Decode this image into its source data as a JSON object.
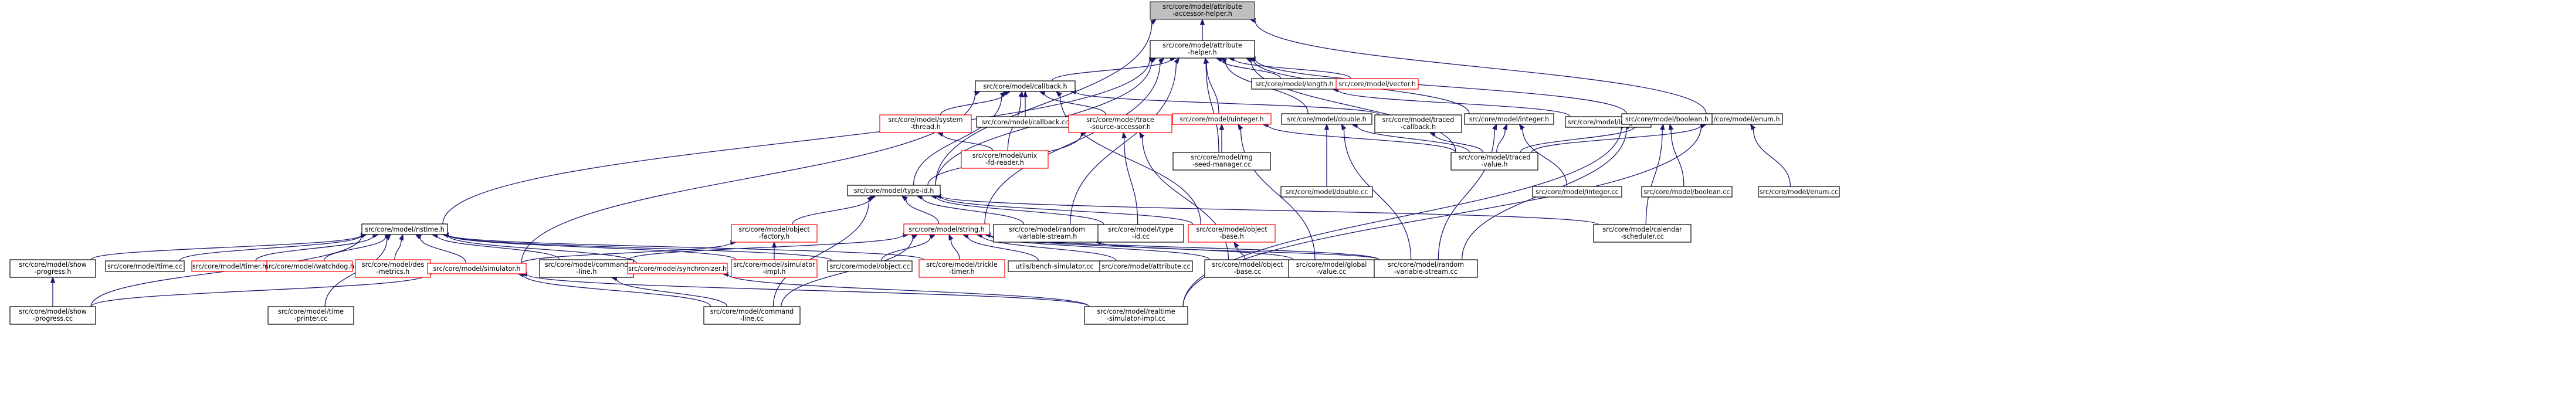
{
  "nodes": [
    {
      "id": "root",
      "lines": [
        "src/core/model/attribute",
        "-accessor-helper.h"
      ],
      "style": "root"
    },
    {
      "id": "attrhelper",
      "lines": [
        "src/core/model/attribute",
        "-helper.h"
      ],
      "style": "normal"
    },
    {
      "id": "callback_h",
      "lines": [
        "src/core/model/callback.h"
      ],
      "style": "normal"
    },
    {
      "id": "length_h",
      "lines": [
        "src/core/model/length.h"
      ],
      "style": "normal"
    },
    {
      "id": "vector_h",
      "lines": [
        "src/core/model/vector.h"
      ],
      "style": "truncated"
    },
    {
      "id": "enum_h",
      "lines": [
        "src/core/model/enum.h"
      ],
      "style": "normal"
    },
    {
      "id": "system_thread",
      "lines": [
        "src/core/model/system",
        "-thread.h"
      ],
      "style": "truncated"
    },
    {
      "id": "callback_cc",
      "lines": [
        "src/core/model/callback.cc"
      ],
      "style": "normal"
    },
    {
      "id": "trace_source",
      "lines": [
        "src/core/model/trace",
        "-source-accessor.h"
      ],
      "style": "truncated"
    },
    {
      "id": "uinteger_h",
      "lines": [
        "src/core/model/uinteger.h"
      ],
      "style": "truncated"
    },
    {
      "id": "double_h",
      "lines": [
        "src/core/model/double.h"
      ],
      "style": "normal"
    },
    {
      "id": "traced_callback",
      "lines": [
        "src/core/model/traced",
        "-callback.h"
      ],
      "style": "normal"
    },
    {
      "id": "integer_h",
      "lines": [
        "src/core/model/integer.h"
      ],
      "style": "normal"
    },
    {
      "id": "length_cc",
      "lines": [
        "src/core/model/length.cc"
      ],
      "style": "normal"
    },
    {
      "id": "boolean_h",
      "lines": [
        "src/core/model/boolean.h"
      ],
      "style": "normal"
    },
    {
      "id": "unix_fd",
      "lines": [
        "src/core/model/unix",
        "-fd-reader.h"
      ],
      "style": "truncated"
    },
    {
      "id": "type_id",
      "lines": [
        "src/core/model/type-id.h"
      ],
      "style": "normal"
    },
    {
      "id": "rng_seed",
      "lines": [
        "src/core/model/rng",
        "-seed-manager.cc"
      ],
      "style": "normal"
    },
    {
      "id": "double_cc",
      "lines": [
        "src/core/model/double.cc"
      ],
      "style": "normal"
    },
    {
      "id": "traced_value",
      "lines": [
        "src/core/model/traced",
        "-value.h"
      ],
      "style": "normal"
    },
    {
      "id": "integer_cc",
      "lines": [
        "src/core/model/integer.cc"
      ],
      "style": "normal"
    },
    {
      "id": "boolean_cc",
      "lines": [
        "src/core/model/boolean.cc"
      ],
      "style": "normal"
    },
    {
      "id": "enum_cc",
      "lines": [
        "src/core/model/enum.cc"
      ],
      "style": "normal"
    },
    {
      "id": "nstime_h",
      "lines": [
        "src/core/model/nstime.h"
      ],
      "style": "normal"
    },
    {
      "id": "object_factory",
      "lines": [
        "src/core/model/object",
        "-factory.h"
      ],
      "style": "truncated"
    },
    {
      "id": "string_h",
      "lines": [
        "src/core/model/string.h"
      ],
      "style": "truncated"
    },
    {
      "id": "random_stream_h",
      "lines": [
        "src/core/model/random",
        "-variable-stream.h"
      ],
      "style": "normal"
    },
    {
      "id": "type_id_cc",
      "lines": [
        "src/core/model/type",
        "-id.cc"
      ],
      "style": "normal"
    },
    {
      "id": "object_base_h",
      "lines": [
        "src/core/model/object",
        "-base.h"
      ],
      "style": "truncated"
    },
    {
      "id": "calendar_sched",
      "lines": [
        "src/core/model/calendar",
        "-scheduler.cc"
      ],
      "style": "normal"
    },
    {
      "id": "show_progress_h",
      "lines": [
        "src/core/model/show",
        "-progress.h"
      ],
      "style": "normal"
    },
    {
      "id": "time_cc",
      "lines": [
        "src/core/model/time.cc"
      ],
      "style": "normal"
    },
    {
      "id": "timer_h",
      "lines": [
        "src/core/model/timer.h"
      ],
      "style": "truncated"
    },
    {
      "id": "watchdog_h",
      "lines": [
        "src/core/model/watchdog.h"
      ],
      "style": "truncated"
    },
    {
      "id": "des_metrics",
      "lines": [
        "src/core/model/des",
        "-metrics.h"
      ],
      "style": "truncated"
    },
    {
      "id": "simulator_h",
      "lines": [
        "src/core/model/simulator.h"
      ],
      "style": "truncated"
    },
    {
      "id": "command_line_h",
      "lines": [
        "src/core/model/command",
        "-line.h"
      ],
      "style": "normal"
    },
    {
      "id": "synchronizer_h",
      "lines": [
        "src/core/model/synchronizer.h"
      ],
      "style": "truncated"
    },
    {
      "id": "simulator_impl",
      "lines": [
        "src/core/model/simulator",
        "-impl.h"
      ],
      "style": "truncated"
    },
    {
      "id": "object_cc",
      "lines": [
        "src/core/model/object.cc"
      ],
      "style": "normal"
    },
    {
      "id": "trickle_timer",
      "lines": [
        "src/core/model/trickle",
        "-timer.h"
      ],
      "style": "truncated"
    },
    {
      "id": "bench_sim",
      "lines": [
        "utils/bench-simulator.cc"
      ],
      "style": "normal"
    },
    {
      "id": "attribute_cc",
      "lines": [
        "src/core/model/attribute.cc"
      ],
      "style": "normal"
    },
    {
      "id": "object_base_cc",
      "lines": [
        "src/core/model/object",
        "-base.cc"
      ],
      "style": "normal"
    },
    {
      "id": "global_value_cc",
      "lines": [
        "src/core/model/global",
        "-value.cc"
      ],
      "style": "normal"
    },
    {
      "id": "random_stream_cc",
      "lines": [
        "src/core/model/random",
        "-variable-stream.cc"
      ],
      "style": "normal"
    },
    {
      "id": "show_progress_cc",
      "lines": [
        "src/core/model/show",
        "-progress.cc"
      ],
      "style": "normal"
    },
    {
      "id": "time_printer",
      "lines": [
        "src/core/model/time",
        "-printer.cc"
      ],
      "style": "normal"
    },
    {
      "id": "command_line_cc",
      "lines": [
        "src/core/model/command",
        "-line.cc"
      ],
      "style": "normal"
    },
    {
      "id": "realtime_impl",
      "lines": [
        "src/core/model/realtime",
        "-simulator-impl.cc"
      ],
      "style": "normal"
    }
  ],
  "edges": [
    [
      "attrhelper",
      "root"
    ],
    [
      "type_id",
      "root"
    ],
    [
      "enum_h",
      "root"
    ],
    [
      "callback_h",
      "attrhelper"
    ],
    [
      "length_h",
      "attrhelper"
    ],
    [
      "vector_h",
      "attrhelper"
    ],
    [
      "uinteger_h",
      "attrhelper"
    ],
    [
      "double_h",
      "attrhelper"
    ],
    [
      "integer_h",
      "attrhelper"
    ],
    [
      "boolean_h",
      "attrhelper"
    ],
    [
      "type_id",
      "attrhelper"
    ],
    [
      "nstime_h",
      "attrhelper"
    ],
    [
      "rng_seed",
      "attrhelper"
    ],
    [
      "string_h",
      "attrhelper"
    ],
    [
      "random_stream_h",
      "attrhelper"
    ],
    [
      "traced_value",
      "attrhelper"
    ],
    [
      "system_thread",
      "callback_h"
    ],
    [
      "callback_cc",
      "callback_h"
    ],
    [
      "trace_source",
      "callback_h"
    ],
    [
      "traced_callback",
      "callback_h"
    ],
    [
      "type_id",
      "callback_h"
    ],
    [
      "unix_fd",
      "callback_h"
    ],
    [
      "object_base_h",
      "callback_h"
    ],
    [
      "simulator_h",
      "callback_h"
    ],
    [
      "length_cc",
      "length_h"
    ],
    [
      "traced_value",
      "enum_h"
    ],
    [
      "enum_cc",
      "enum_h"
    ],
    [
      "realtime_impl",
      "enum_h"
    ],
    [
      "unix_fd",
      "system_thread"
    ],
    [
      "type_id",
      "trace_source"
    ],
    [
      "type_id_cc",
      "trace_source"
    ],
    [
      "object_base_cc",
      "trace_source"
    ],
    [
      "rng_seed",
      "uinteger_h"
    ],
    [
      "traced_value",
      "uinteger_h"
    ],
    [
      "global_value_cc",
      "uinteger_h"
    ],
    [
      "double_cc",
      "double_h"
    ],
    [
      "traced_value",
      "double_h"
    ],
    [
      "random_stream_cc",
      "double_h"
    ],
    [
      "traced_value",
      "traced_callback"
    ],
    [
      "traced_value",
      "integer_h"
    ],
    [
      "integer_cc",
      "integer_h"
    ],
    [
      "random_stream_cc",
      "integer_h"
    ],
    [
      "traced_value",
      "boolean_h"
    ],
    [
      "boolean_cc",
      "boolean_h"
    ],
    [
      "calendar_sched",
      "boolean_h"
    ],
    [
      "random_stream_cc",
      "boolean_h"
    ],
    [
      "realtime_impl",
      "boolean_h"
    ],
    [
      "object_factory",
      "type_id"
    ],
    [
      "string_h",
      "type_id"
    ],
    [
      "random_stream_h",
      "type_id"
    ],
    [
      "type_id_cc",
      "type_id"
    ],
    [
      "object_base_h",
      "type_id"
    ],
    [
      "calendar_sched",
      "type_id"
    ],
    [
      "command_line_cc",
      "type_id"
    ],
    [
      "show_progress_h",
      "nstime_h"
    ],
    [
      "time_cc",
      "nstime_h"
    ],
    [
      "timer_h",
      "nstime_h"
    ],
    [
      "watchdog_h",
      "nstime_h"
    ],
    [
      "des_metrics",
      "nstime_h"
    ],
    [
      "simulator_h",
      "nstime_h"
    ],
    [
      "command_line_h",
      "nstime_h"
    ],
    [
      "synchronizer_h",
      "nstime_h"
    ],
    [
      "trickle_timer",
      "nstime_h"
    ],
    [
      "show_progress_cc",
      "nstime_h"
    ],
    [
      "time_printer",
      "nstime_h"
    ],
    [
      "simulator_impl",
      "nstime_h"
    ],
    [
      "object_cc",
      "nstime_h"
    ],
    [
      "simulator_h",
      "object_factory"
    ],
    [
      "simulator_impl",
      "object_factory"
    ],
    [
      "command_line_h",
      "string_h"
    ],
    [
      "object_cc",
      "string_h"
    ],
    [
      "trickle_timer",
      "string_h"
    ],
    [
      "bench_sim",
      "string_h"
    ],
    [
      "attribute_cc",
      "string_h"
    ],
    [
      "object_base_cc",
      "string_h"
    ],
    [
      "global_value_cc",
      "string_h"
    ],
    [
      "random_stream_cc",
      "string_h"
    ],
    [
      "command_line_cc",
      "string_h"
    ],
    [
      "random_stream_cc",
      "random_stream_h"
    ],
    [
      "object_base_cc",
      "object_base_h"
    ],
    [
      "show_progress_cc",
      "show_progress_h"
    ],
    [
      "show_progress_cc",
      "simulator_h"
    ],
    [
      "command_line_cc",
      "simulator_h"
    ],
    [
      "realtime_impl",
      "simulator_h"
    ],
    [
      "command_line_cc",
      "command_line_h"
    ],
    [
      "realtime_impl",
      "synchronizer_h"
    ]
  ]
}
